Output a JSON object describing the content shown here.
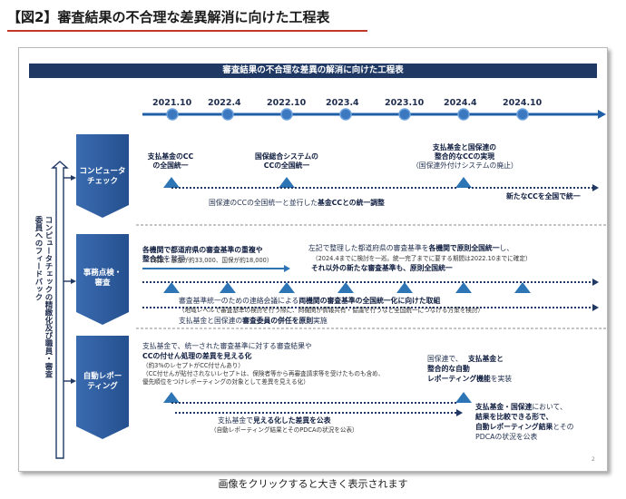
{
  "header": {
    "title": "【図2】審査結果の不合理な差異解消に向けた工程表"
  },
  "banner": {
    "title": "審査結果の不合理な差異の解消に向けた工程表"
  },
  "timeline": {
    "years": [
      "2021.10",
      "2022.4",
      "2022.10",
      "2023.4",
      "2023.10",
      "2024.4",
      "2024.10"
    ]
  },
  "side_label": {
    "text": "コンピュータチェックの精緻化及び職員・審査委員へのフィードバック"
  },
  "phases": {
    "computer_check": "コンピュータ\nチェック",
    "office_review": "事務点検・\n審査",
    "auto_report": "自動レポー\nティング"
  },
  "computer_check": {
    "item1": "支払基金のCC\nの全国統一",
    "item2": "国保総合システムの\nCCの全国統一",
    "item3": "支払基金と国保連の\n整合的なCCの実現",
    "item3_note": "（国保連外付けシステムの廃止）",
    "line_prefix": "国保連のCCの全国統一と並行した",
    "line_bold": "基金CCとの統一調整",
    "new_cc": "新たなCCを全国で統一"
  },
  "office_review": {
    "head_bold": "各機関で都道府県の審査基準の重複や\n整合性",
    "head_suffix": "を整理",
    "head_note": "（現状：基金が約33,000、国保が約18,000）",
    "right_prefix": "左記で整理した都道府県の審査基準を",
    "right_bold": "各機関で原則全国統一",
    "right_suffix": "し、",
    "right_note": "（2024.4までに検討を一巡。統一完了までに要する期間は2022.10までに確定）",
    "right_bold2": "それ以外の新たな審査基準も、原則全国統一",
    "meeting_prefix": "審査基準統一のための連絡会議による",
    "meeting_bold": "両機関の審査基準の全国統一化に向けた取組",
    "meeting_note": "（地域レベルで審査基準の検討を行う際に、両機関が情報共有・協議を行うなど全国統一につなげる方策を検討）",
    "members_prefix": "支払基金と国保連の",
    "members_bold": "審査委員の併任を原則",
    "members_suffix": "実施"
  },
  "auto_report": {
    "left_line1": "支払基金で、統一された審査基準に対する審査結果や",
    "left_bold": "CCの付せん処理の差異を見える化",
    "left_note1": "（約3%のレセプトがCC付せんあり）",
    "left_note2": "（CC付せんが貼付されないレセプトは、保険者等から再審査請求等を受けたものも含め、",
    "left_note3": "優先順位をつけレポーティングの対象として差異を見える化）",
    "bottom_prefix": "支払基金で",
    "bottom_bold": "見える化した差異を公表",
    "bottom_note": "（自動レポーティング結果とそのPDCAの状況を公表）",
    "right_line1": "国保連で、",
    "right_bold1": "支払基金と",
    "right_bold2": "整合的な自動",
    "right_bold3": "レポーティング機能",
    "right_suffix3": "を実装",
    "right2_bold1": "支払基金・国保連",
    "right2_suffix1": "において、",
    "right2_bold2": "結果を比較できる形で、",
    "right2_bold3": "自動レポーティング結果",
    "right2_suffix3": "とその",
    "right2_line4": "PDCAの状況を公表"
  },
  "page_number": "2",
  "footer": {
    "caption": "画像をクリックすると大きく表示されます"
  },
  "colors": {
    "navy": "#1f3864",
    "accent_blue": "#2e75b6",
    "phase_blue": "#2f5c9b",
    "header_red": "#c0392b"
  }
}
